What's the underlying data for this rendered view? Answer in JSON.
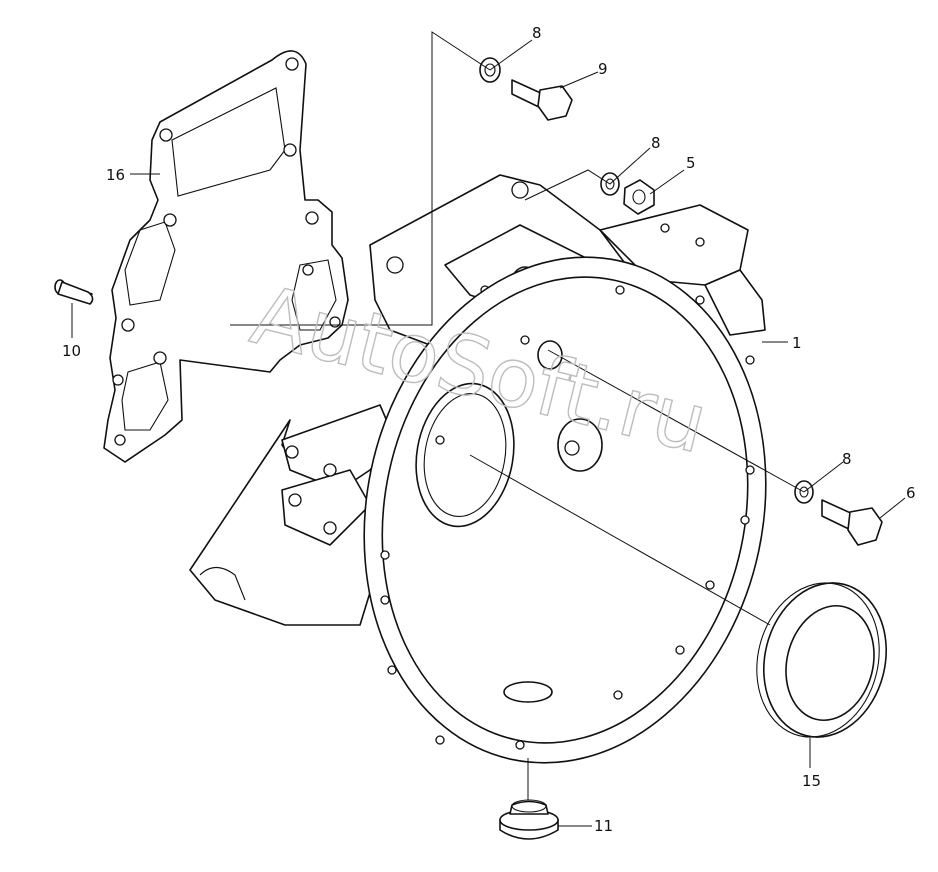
{
  "watermark": "AutoSoft.ru",
  "callouts": [
    "1",
    "5",
    "6",
    "8",
    "8",
    "8",
    "9",
    "10",
    "11",
    "15",
    "16"
  ]
}
